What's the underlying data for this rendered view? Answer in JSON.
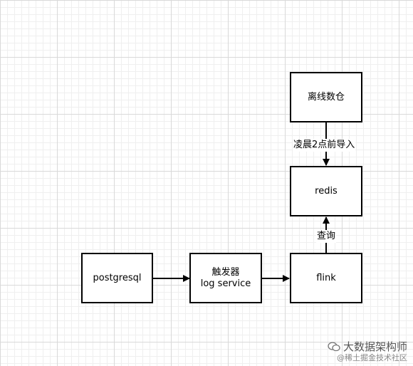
{
  "nodes": {
    "warehouse": "离线数仓",
    "redis": "redis",
    "postgresql": "postgresql",
    "trigger_line1": "触发器",
    "trigger_line2": "log service",
    "flink": "flink"
  },
  "edges": {
    "warehouse_to_redis": "凌晨2点前导入",
    "flink_to_redis": "查询"
  },
  "watermark": {
    "title": "大数据架构师",
    "subtitle": "@稀土掘金技术社区"
  }
}
